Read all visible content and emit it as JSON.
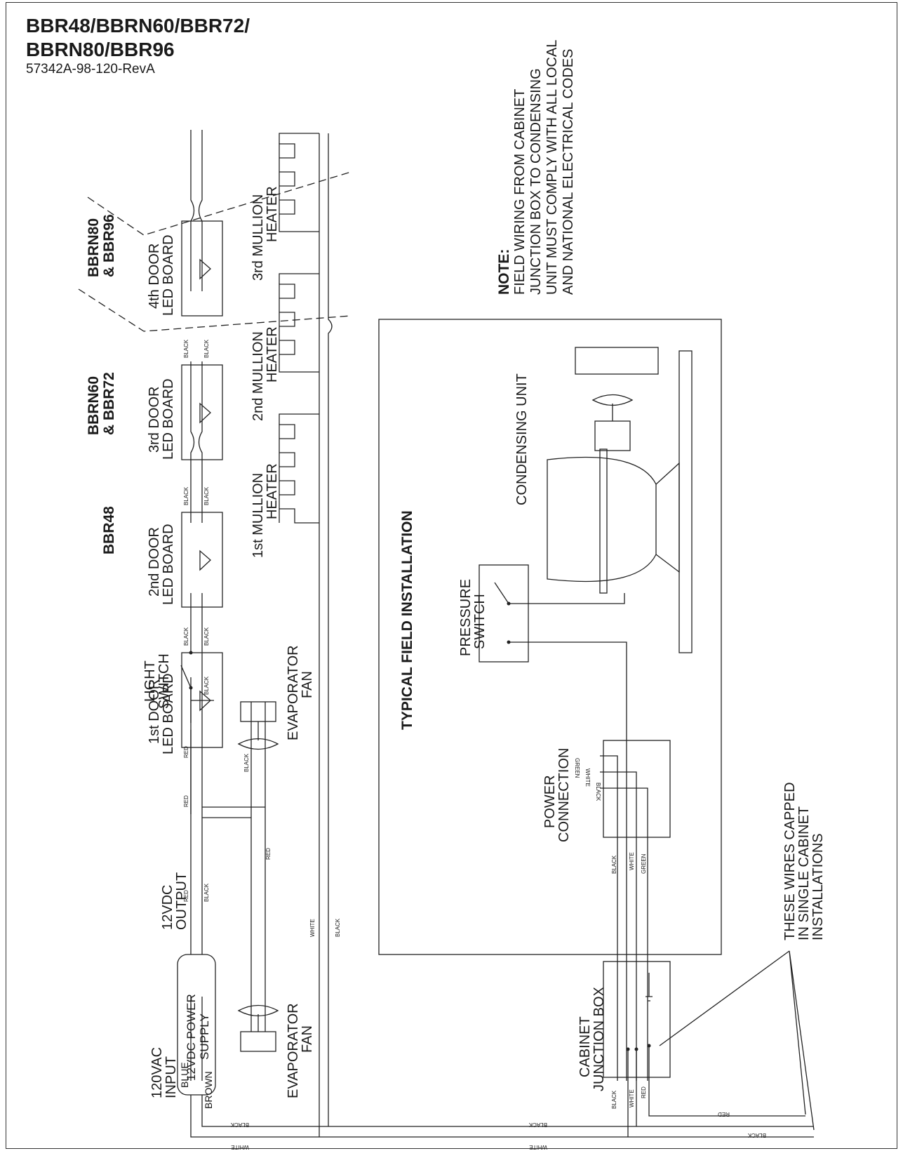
{
  "header": {
    "title_line1": "BBR48/BBRN60/BBR72/",
    "title_line2": "BBRN80/BBR96",
    "doc_number": "57342A-98-120-RevA"
  },
  "note": {
    "heading": "NOTE:",
    "lines": [
      "FIELD WIRING FROM CABINET",
      "JUNCTION BOX TO CONDENSING",
      "UNIT MUST COMPLY WITH ALL LOCAL",
      "AND NATIONAL ELECTRICAL CODES"
    ]
  },
  "models": {
    "bbr48": "BBR48",
    "bbrn60_1": "BBRN60",
    "bbrn60_2": "& BBR72",
    "bbrn80_1": "BBRN80",
    "bbrn80_2": "& BBR96"
  },
  "components": {
    "input_1": "120VAC",
    "input_2": "INPUT",
    "psu_1": "12VDC POWER",
    "psu_2": "SUPPLY",
    "output_1": "12VDC",
    "output_2": "OUTPUT",
    "light_switch_1": "LIGHT",
    "light_switch_2": "SWITCH",
    "led1_1": "1st DOOR",
    "led1_2": "LED BOARD",
    "led2_1": "2nd DOOR",
    "led2_2": "LED BOARD",
    "led3_1": "3rd DOOR",
    "led3_2": "LED BOARD",
    "led4_1": "4th DOOR",
    "led4_2": "LED BOARD",
    "mh1_1": "1st MULLION",
    "mh1_2": "HEATER",
    "mh2_1": "2nd MULLION",
    "mh2_2": "HEATER",
    "mh3_1": "3rd MULLION",
    "mh3_2": "HEATER",
    "fan_1": "EVAPORATOR",
    "fan_2": "FAN",
    "field_title": "TYPICAL FIELD INSTALLATION",
    "pressure_1": "PRESSURE",
    "pressure_2": "SWITCH",
    "condensing": "CONDENSING UNIT",
    "power_conn_1": "POWER",
    "power_conn_2": "CONNECTION",
    "junction_1": "CABINET",
    "junction_2": "JUNCTION BOX",
    "capped_1": "THESE WIRES CAPPED",
    "capped_2": "IN SINGLE CABINET",
    "capped_3": "INSTALLATIONS"
  },
  "wires": {
    "blue": "BLUE",
    "brown": "BROWN",
    "red": "RED",
    "black": "BLACK",
    "white": "WHITE",
    "green": "GREEN"
  }
}
